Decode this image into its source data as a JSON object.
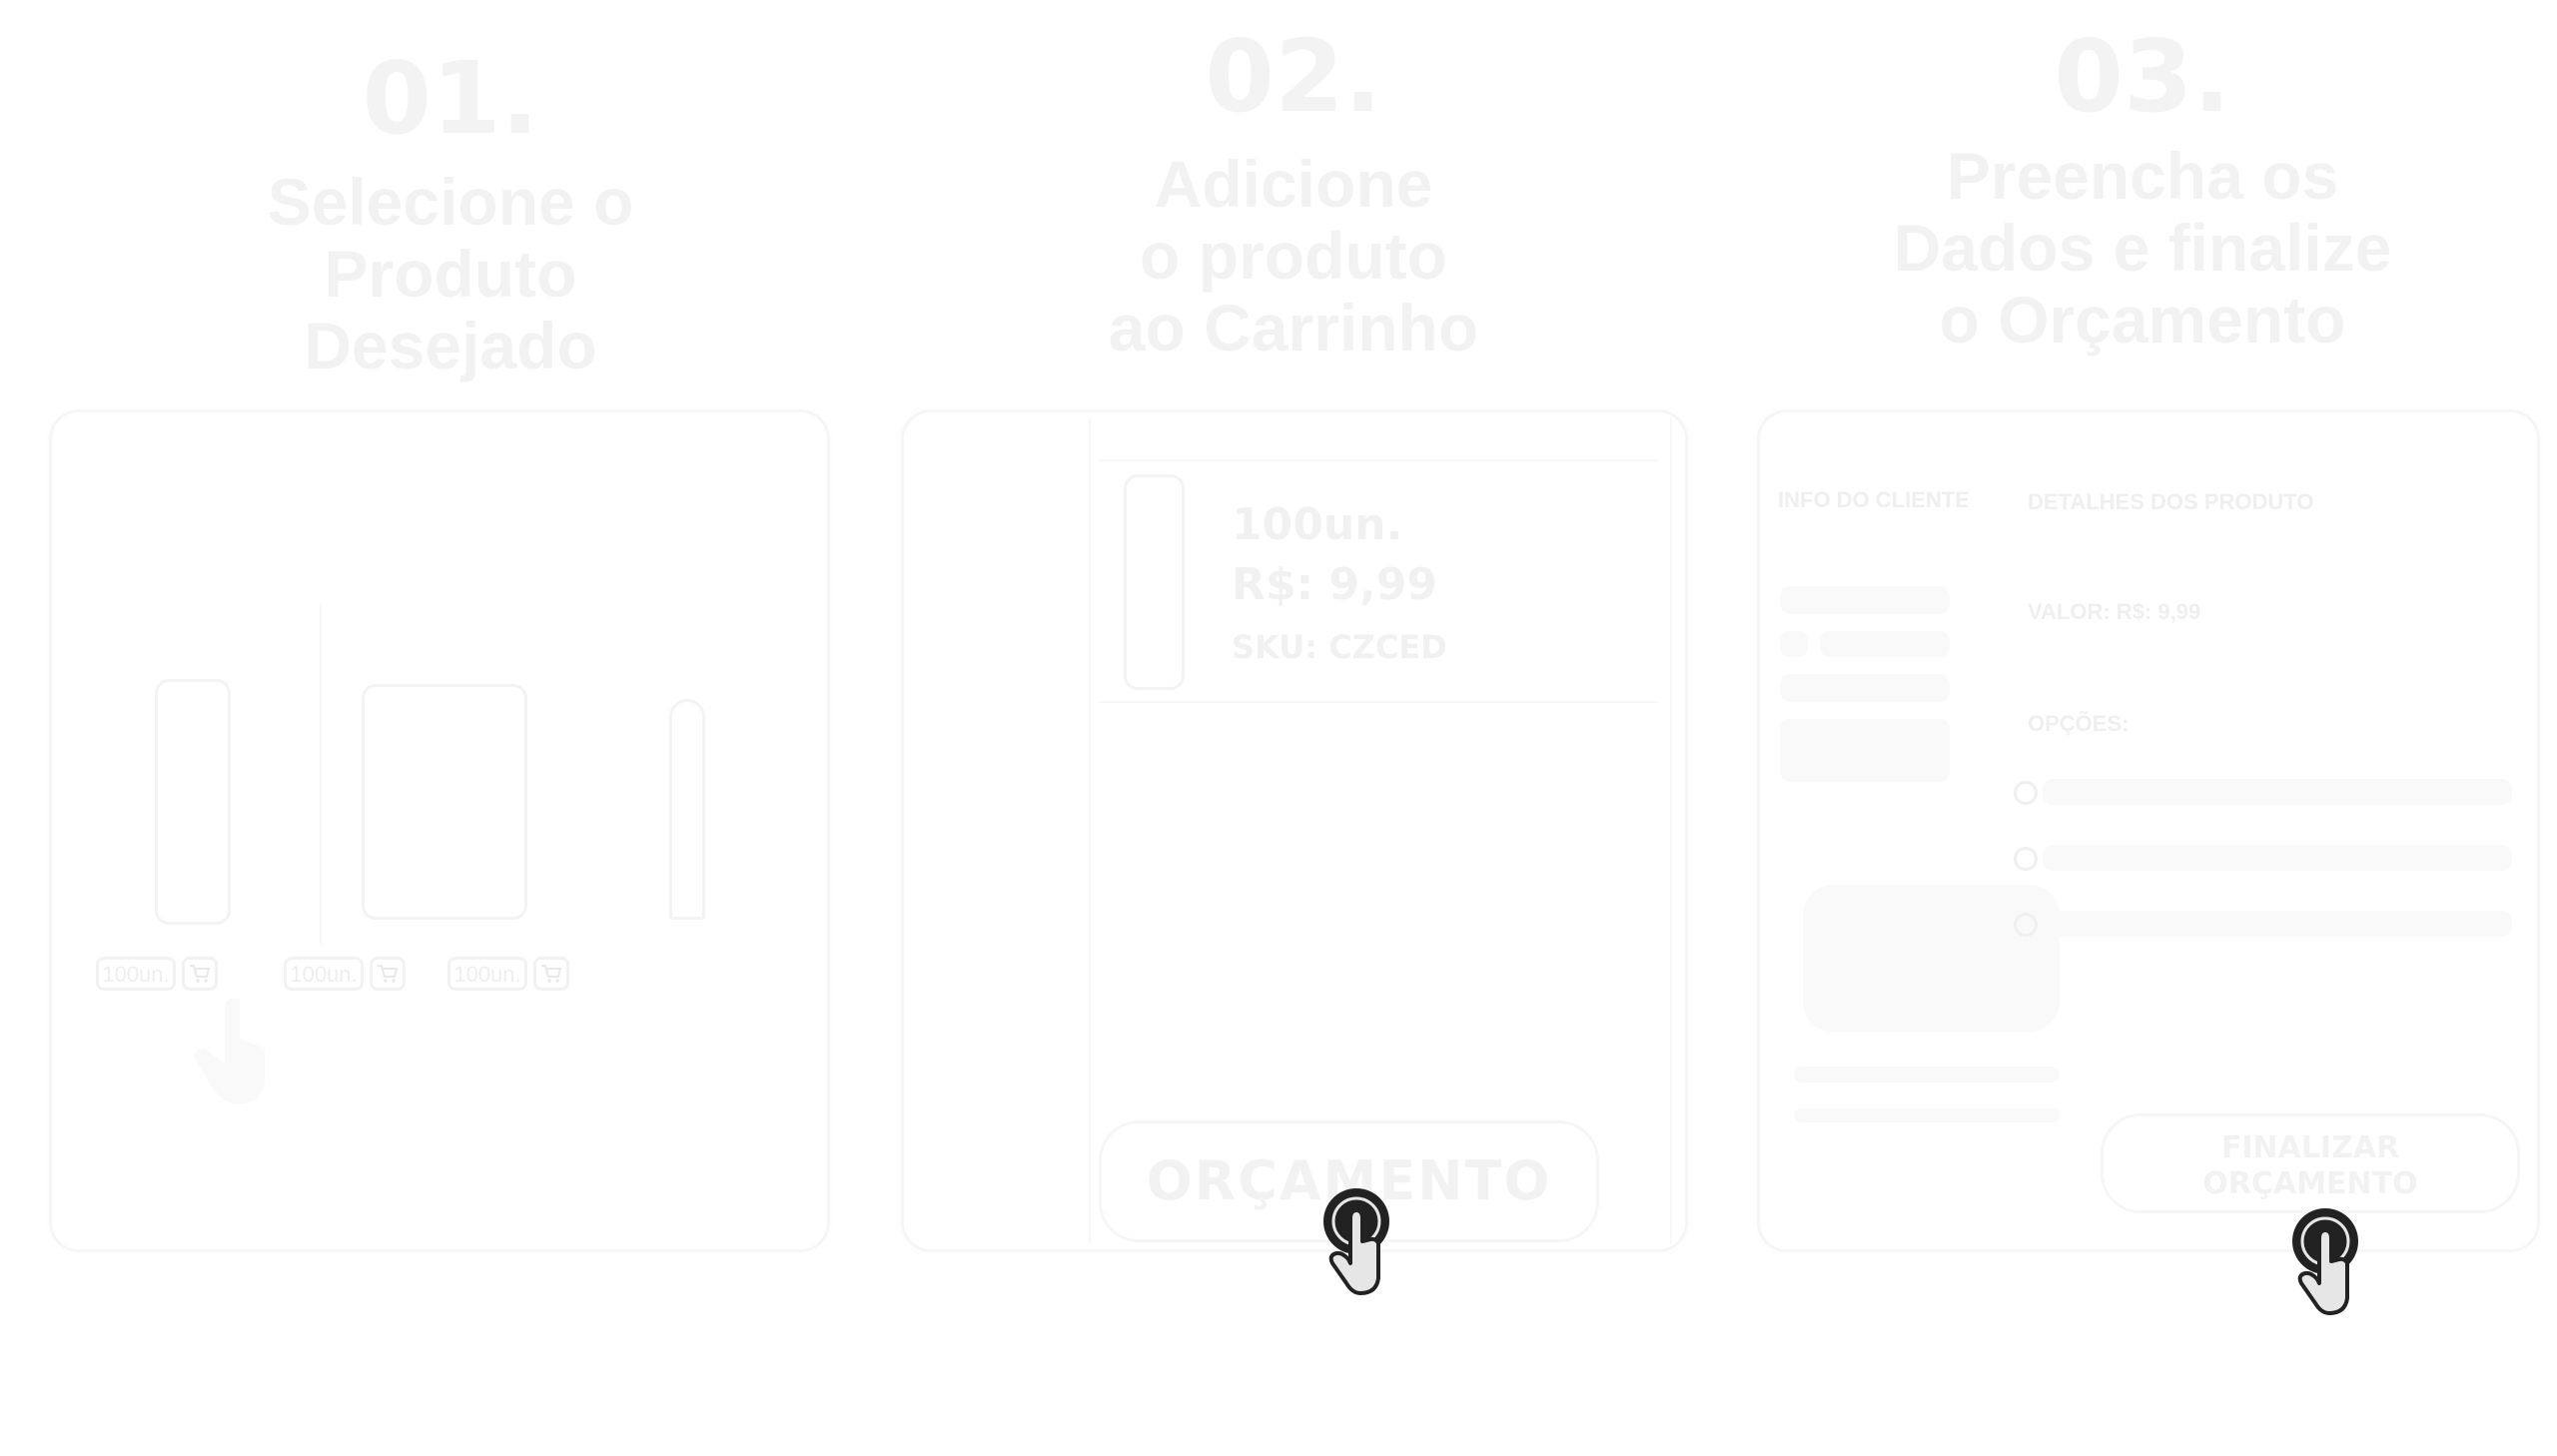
{
  "steps": [
    {
      "number": "01.",
      "title_lines": [
        "Selecione o",
        "Produto",
        "Desejado"
      ]
    },
    {
      "number": "02.",
      "title_lines": [
        "Adicione",
        "o produto",
        "ao Carrinho"
      ]
    },
    {
      "number": "03.",
      "title_lines": [
        "Preencha os",
        "Dados e finalize",
        "o Orçamento"
      ]
    }
  ],
  "panel1": {
    "products": [
      {
        "qty_label": "100un.",
        "cart_icon": "cart-icon"
      },
      {
        "qty_label": "100un.",
        "cart_icon": "cart-icon"
      },
      {
        "qty_label": "100un.",
        "cart_icon": "cart-icon"
      }
    ]
  },
  "panel2": {
    "quantity": "100un.",
    "price": "R$: 9,99",
    "sku": "SKU: CZCED",
    "button_label": "ORÇAMENTO"
  },
  "panel3": {
    "client_heading": "INFO DO CLIENTE",
    "product_heading": "DETALHES DOS PRODUTO",
    "value_label": "VALOR: R$: 9,99",
    "options_label": "OPÇÕES:",
    "button_line1": "FINALIZAR",
    "button_line2": "ORÇAMENTO"
  },
  "colors": {
    "cursor": "#222222",
    "cursor_fill": "#e6e6e6",
    "faded": "#f2f2f2"
  }
}
